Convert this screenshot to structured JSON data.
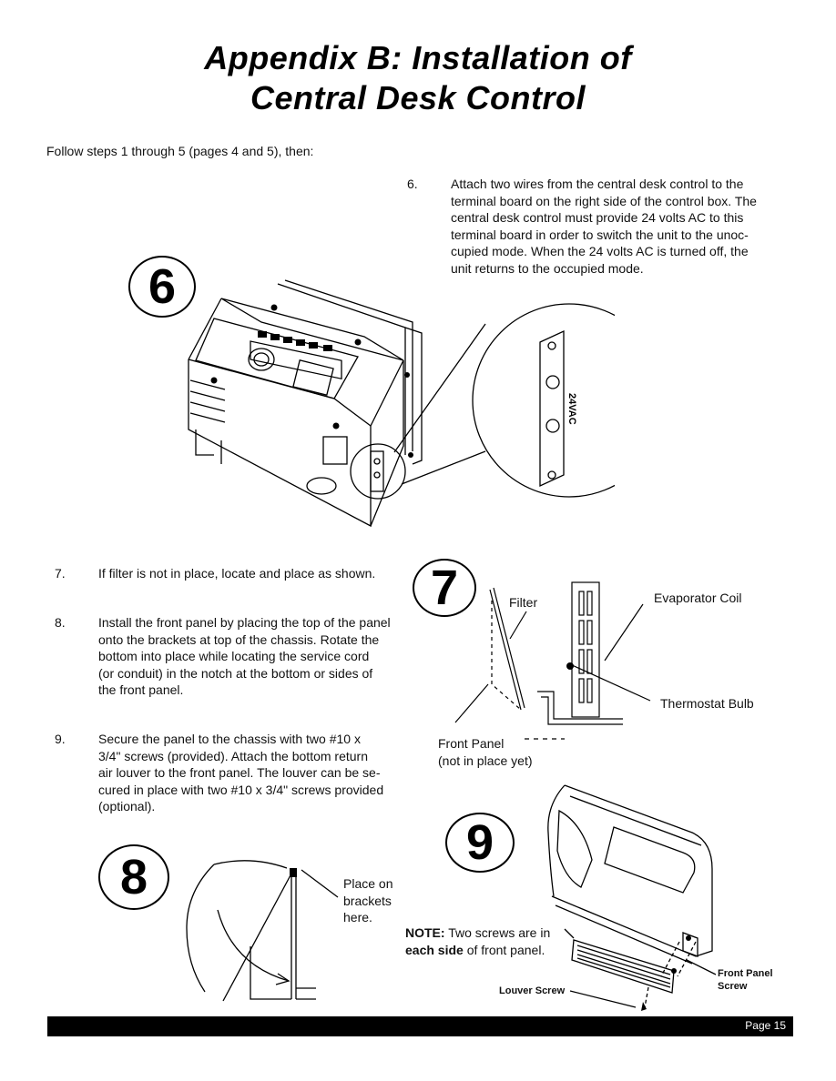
{
  "title": {
    "line1": "Appendix B:  Installation of",
    "line2": "Central Desk Control"
  },
  "intro": "Follow steps 1 through 5 (pages 4 and 5), then:",
  "steps": {
    "s6": {
      "num": "6.",
      "lines": [
        "Attach two wires from the central desk control to the",
        "terminal board on the right side of the control box. The",
        "central desk control must provide 24 volts AC to this",
        "terminal board in order to switch the unit to the unoc-",
        "cupied mode. When the 24 volts AC is turned off, the",
        "unit returns to the occupied mode."
      ]
    },
    "s7": {
      "num": "7.",
      "lines": [
        "If filter is not in place, locate and place as shown."
      ]
    },
    "s8": {
      "num": "8.",
      "lines": [
        "Install the front panel by placing the top of the panel",
        "onto the brackets at top of the chassis. Rotate the",
        "bottom into place while locating the service cord",
        "(or conduit) in the notch at the bottom or sides of",
        "the front panel."
      ]
    },
    "s9": {
      "num": "9.",
      "lines": [
        "Secure the panel to the chassis with two #10 x",
        "3/4\" screws (provided). Attach the bottom return",
        "air louver to the front panel. The louver can be se-",
        "cured in place with two #10 x 3/4\" screws provided",
        "(optional)."
      ]
    }
  },
  "figures": {
    "fig6": {
      "badge": "6",
      "terminal_label": "24VAC"
    },
    "fig7": {
      "badge": "7",
      "filter": "Filter",
      "evaporator_coil": "Evaporator Coil",
      "thermostat_bulb": "Thermostat Bulb",
      "front_panel_l1": "Front Panel",
      "front_panel_l2": "(not in place yet)"
    },
    "fig8": {
      "badge": "8",
      "place_l1": "Place on",
      "place_l2": "brackets",
      "place_l3": "here."
    },
    "fig9": {
      "badge": "9",
      "note_bold": "NOTE:",
      "note_rest1": " Two screws are in",
      "note_bold2": "each side",
      "note_rest2": " of front panel.",
      "louver_screw": "Louver Screw",
      "front_panel_screw_l1": "Front Panel",
      "front_panel_screw_l2": "Screw"
    }
  },
  "footer": {
    "page": "Page 15"
  }
}
